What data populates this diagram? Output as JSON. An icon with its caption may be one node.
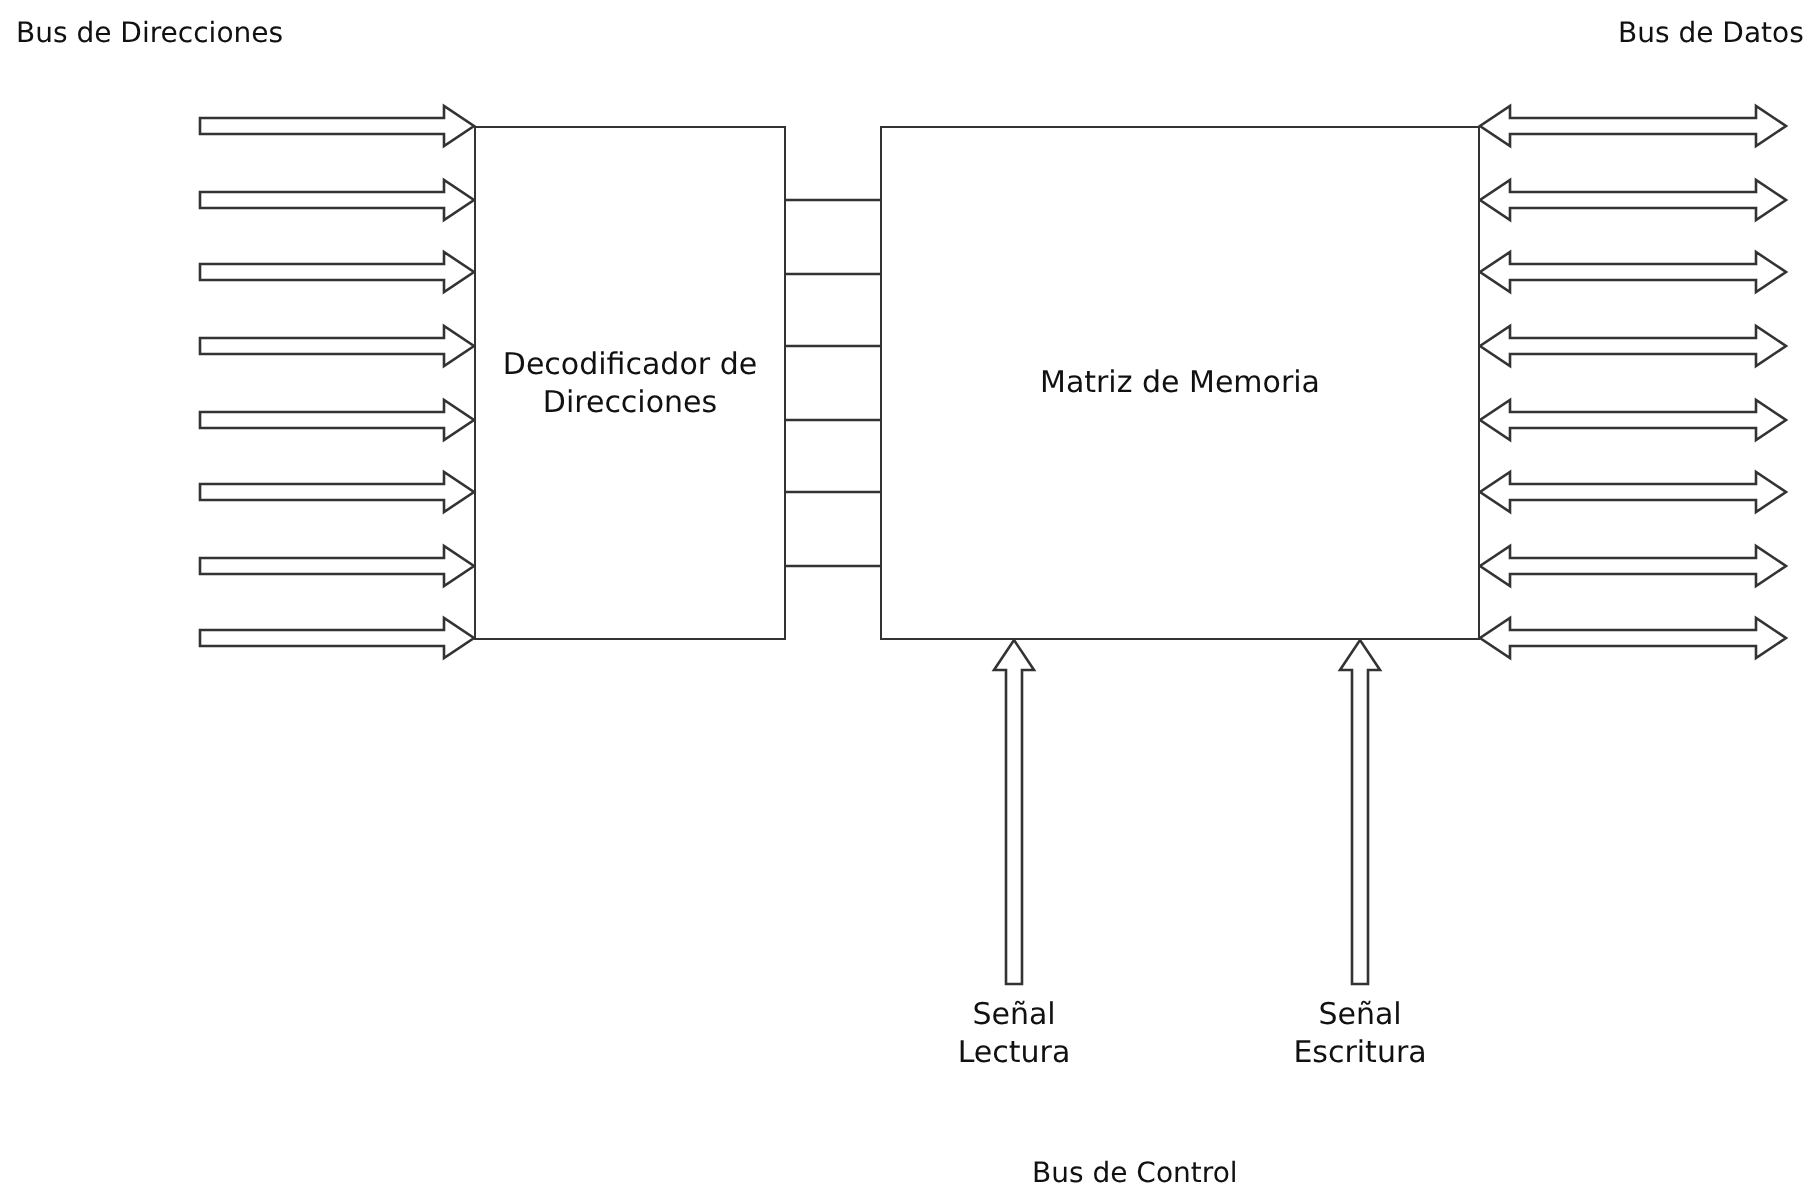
{
  "diagram": {
    "nodes": [
      {
        "text": [
          "Decodificador de Direcciones"
        ]
      },
      {
        "text": [
          "Matriz de Memoria"
        ]
      },
      {
        "text": [
          "Señal Lectura"
        ]
      },
      {
        "text": [
          "Señal Escritura"
        ]
      }
    ],
    "edges": [
      {
        "from": null,
        "to": 0,
        "arrow": "to"
      },
      {
        "from": null,
        "to": 0,
        "arrow": "to"
      },
      {
        "from": null,
        "to": 0,
        "arrow": "to"
      },
      {
        "from": null,
        "to": 0,
        "arrow": "to"
      },
      {
        "from": null,
        "to": 0,
        "arrow": "to"
      },
      {
        "from": null,
        "to": 0,
        "arrow": "to"
      },
      {
        "from": null,
        "to": 0,
        "arrow": "to"
      },
      {
        "from": null,
        "to": 0,
        "arrow": "to"
      },
      {
        "from": 0,
        "to": 1,
        "arrow": "none"
      },
      {
        "from": 0,
        "to": 1,
        "arrow": "none"
      },
      {
        "from": 0,
        "to": 1,
        "arrow": "none"
      },
      {
        "from": 0,
        "to": 1,
        "arrow": "none"
      },
      {
        "from": 0,
        "to": 1,
        "arrow": "none"
      },
      {
        "from": 0,
        "to": 1,
        "arrow": "none"
      },
      {
        "from": 1,
        "to": null,
        "arrow": "both"
      },
      {
        "from": 1,
        "to": null,
        "arrow": "both"
      },
      {
        "from": 1,
        "to": null,
        "arrow": "both"
      },
      {
        "from": 1,
        "to": null,
        "arrow": "both"
      },
      {
        "from": 1,
        "to": null,
        "arrow": "both"
      },
      {
        "from": 1,
        "to": null,
        "arrow": "both"
      },
      {
        "from": 1,
        "to": null,
        "arrow": "both"
      },
      {
        "from": 1,
        "to": null,
        "arrow": "both"
      },
      {
        "from": 2,
        "to": 1,
        "arrow": "to"
      },
      {
        "from": 3,
        "to": 1,
        "arrow": "to"
      }
    ],
    "labels": [
      "Bus de Direcciones",
      "Bus de Datos",
      "Bus de Control"
    ]
  }
}
